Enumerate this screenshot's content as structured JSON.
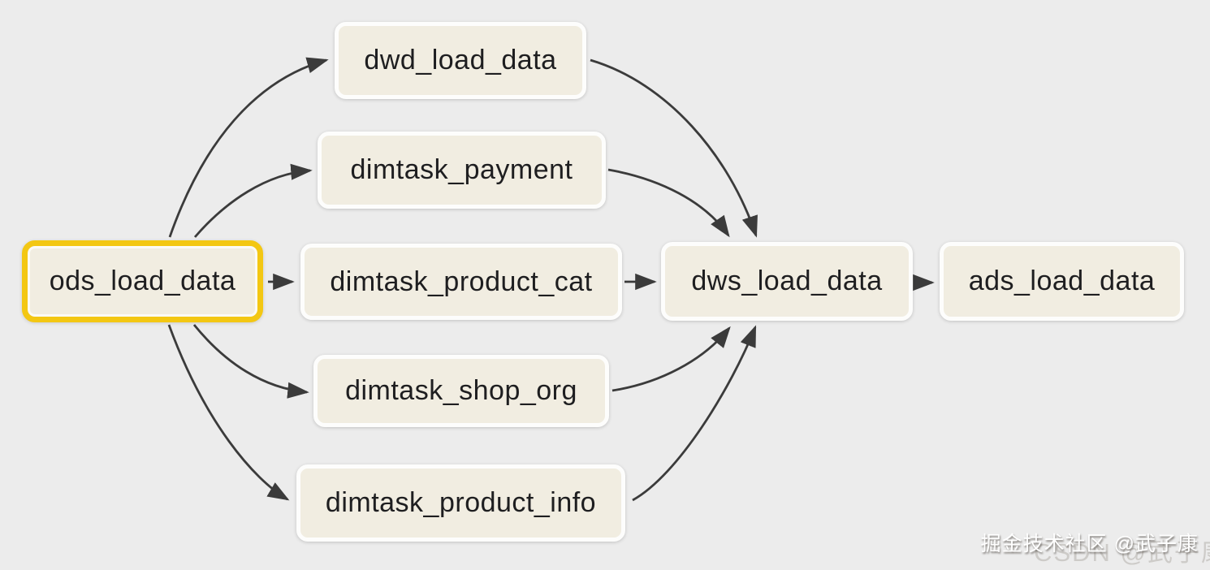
{
  "diagram": {
    "type": "dag-task-lineage",
    "background_color": "#ececec",
    "node_fill_color": "#f1ede1",
    "node_border_color": "#fdfdfc",
    "selected_border_color": "#f3c713",
    "edge_color": "#3b3b3b",
    "text_color": "#1e1e20"
  },
  "nodes": [
    {
      "id": "ods_load_data",
      "label": "ods_load_data",
      "selected": true
    },
    {
      "id": "dwd_load_data",
      "label": "dwd_load_data",
      "selected": false
    },
    {
      "id": "dimtask_payment",
      "label": "dimtask_payment",
      "selected": false
    },
    {
      "id": "dimtask_product_cat",
      "label": "dimtask_product_cat",
      "selected": false
    },
    {
      "id": "dimtask_shop_org",
      "label": "dimtask_shop_org",
      "selected": false
    },
    {
      "id": "dimtask_product_info",
      "label": "dimtask_product_info",
      "selected": false
    },
    {
      "id": "dws_load_data",
      "label": "dws_load_data",
      "selected": false
    },
    {
      "id": "ads_load_data",
      "label": "ads_load_data",
      "selected": false
    }
  ],
  "edges": [
    {
      "from": "ods_load_data",
      "to": "dwd_load_data"
    },
    {
      "from": "ods_load_data",
      "to": "dimtask_payment"
    },
    {
      "from": "ods_load_data",
      "to": "dimtask_product_cat"
    },
    {
      "from": "ods_load_data",
      "to": "dimtask_shop_org"
    },
    {
      "from": "ods_load_data",
      "to": "dimtask_product_info"
    },
    {
      "from": "dwd_load_data",
      "to": "dws_load_data"
    },
    {
      "from": "dimtask_payment",
      "to": "dws_load_data"
    },
    {
      "from": "dimtask_product_cat",
      "to": "dws_load_data"
    },
    {
      "from": "dimtask_shop_org",
      "to": "dws_load_data"
    },
    {
      "from": "dimtask_product_info",
      "to": "dws_load_data"
    },
    {
      "from": "dws_load_data",
      "to": "ads_load_data"
    }
  ],
  "watermark": {
    "primary": "掘金技术社区 @武子康",
    "secondary": "CSDN @武子康"
  }
}
